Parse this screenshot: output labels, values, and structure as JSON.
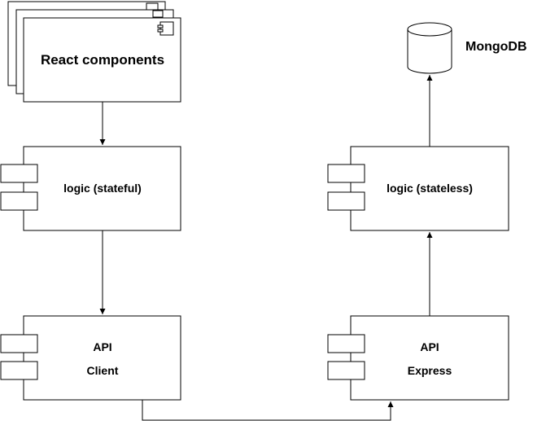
{
  "diagram": {
    "react_components": {
      "label": "React components"
    },
    "logic_stateful": {
      "label": "logic (stateful)"
    },
    "api_client": {
      "line1": "API",
      "line2": "Client"
    },
    "logic_stateless": {
      "label": "logic (stateless)"
    },
    "api_express": {
      "line1": "API",
      "line2": "Express"
    },
    "mongodb": {
      "label": "MongoDB"
    }
  },
  "colors": {
    "stroke": "#000000",
    "fill": "#ffffff",
    "text": "#000000"
  }
}
